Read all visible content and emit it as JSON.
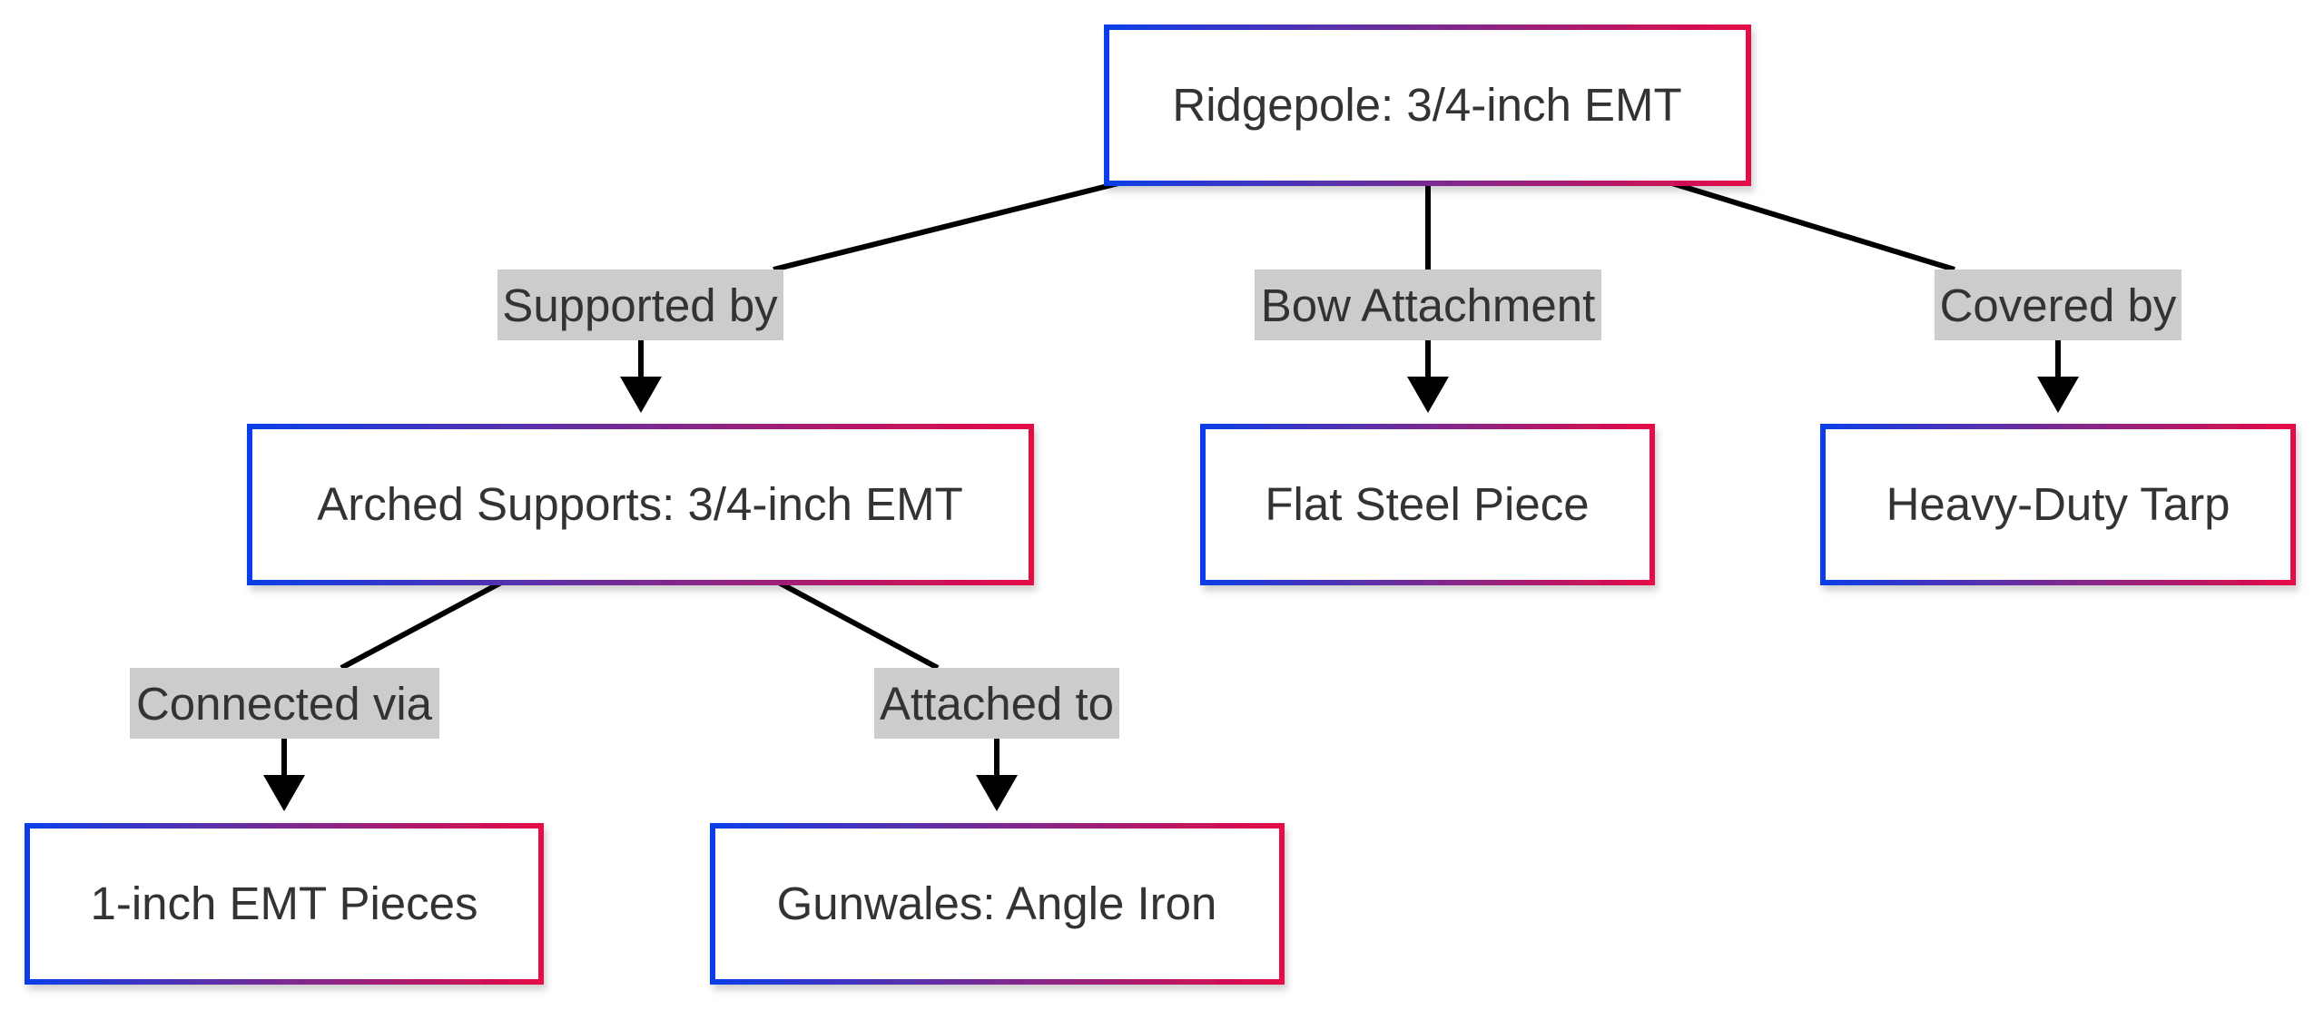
{
  "colors": {
    "border_start": "#0b3ee8",
    "border_mid": "#7a2a93",
    "border_end": "#e60a46",
    "edge": "#000000",
    "edge_label_bg": "#cccccc",
    "text": "#333333"
  },
  "nodes": {
    "ridgepole": "Ridgepole: 3/4-inch EMT",
    "arched_supports": "Arched Supports: 3/4-inch EMT",
    "flat_steel": "Flat Steel Piece",
    "tarp": "Heavy-Duty Tarp",
    "emt_pieces": "1-inch EMT Pieces",
    "gunwales": "Gunwales: Angle Iron"
  },
  "edges": {
    "supported_by": "Supported by",
    "bow_attachment": "Bow Attachment",
    "covered_by": "Covered by",
    "connected_via": "Connected via",
    "attached_to": "Attached to"
  }
}
